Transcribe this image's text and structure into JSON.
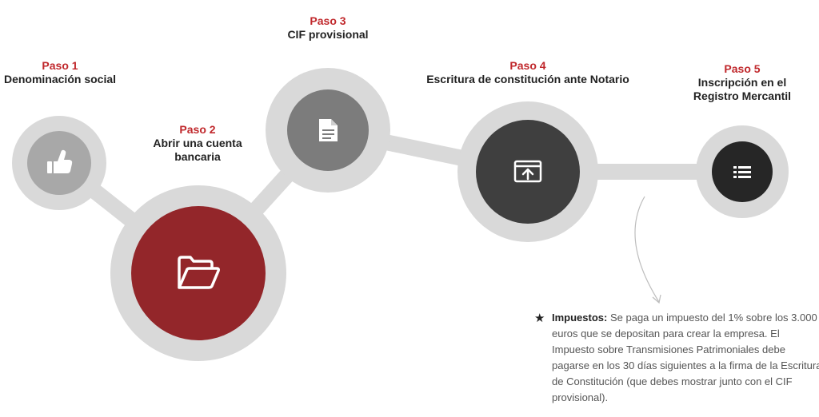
{
  "steps": [
    {
      "number": "Paso 1",
      "title": "Denominación social",
      "icon": "thumbs-up-icon",
      "color": "#a8a8a8"
    },
    {
      "number": "Paso 2",
      "title": "Abrir una cuenta bancaria",
      "icon": "folder-open-icon",
      "color": "#93262a"
    },
    {
      "number": "Paso 3",
      "title": "CIF provisional",
      "icon": "document-icon",
      "color": "#7c7c7c"
    },
    {
      "number": "Paso 4",
      "title": "Escritura de constitución ante Notario",
      "icon": "upload-window-icon",
      "color": "#3f3f3f"
    },
    {
      "number": "Paso 5",
      "title": "Inscripción en el Registro Mercantil",
      "icon": "list-icon",
      "color": "#262626"
    }
  ],
  "note": {
    "lead": "Impuestos:",
    "text": "Se paga un impuesto del 1% sobre los 3.000 euros que se depositan para crear la empresa. El Impuesto sobre Transmisiones Patrimoniales debe pagarse en los 30 días siguientes a la firma de la Escritura de Constitución (que debes mostrar junto con el CIF provisional)."
  },
  "colors": {
    "ring": "#d9d9d9",
    "accent": "#c0282c",
    "text": "#222222"
  }
}
